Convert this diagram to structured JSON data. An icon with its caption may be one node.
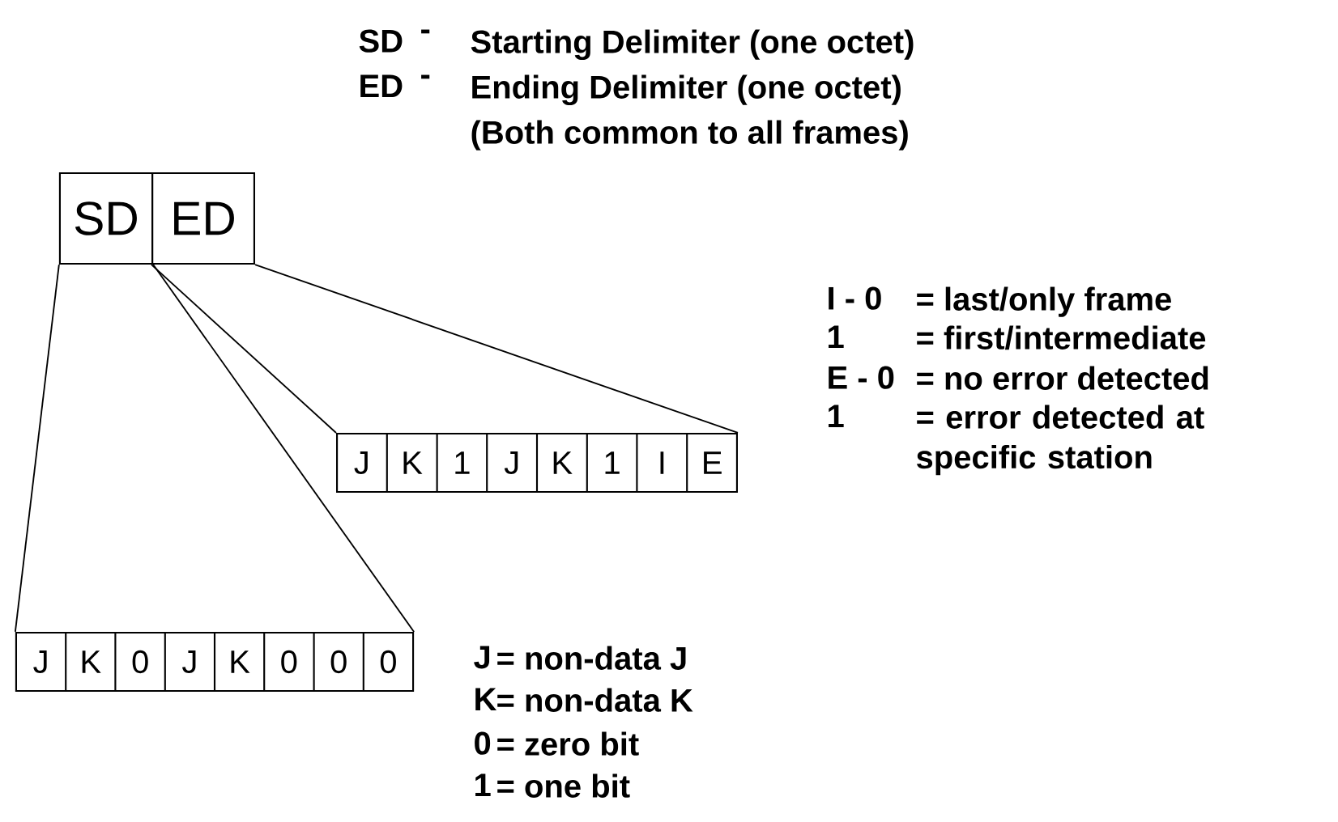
{
  "diagram": {
    "nodes": [
      {
        "text": [
          "SD"
        ]
      },
      {
        "text": [
          "ED"
        ]
      },
      {
        "text": [
          "J",
          "K",
          "1",
          "J",
          "K",
          "1",
          "I",
          "E"
        ]
      },
      {
        "text": [
          "J",
          "K",
          "0",
          "J",
          "K",
          "0",
          "0",
          "0"
        ]
      }
    ],
    "edges": [
      {
        "from": 0,
        "to": 3,
        "arrow": "none"
      },
      {
        "from": 0,
        "to": 3,
        "arrow": "none"
      },
      {
        "from": 1,
        "to": 2,
        "arrow": "none"
      },
      {
        "from": 1,
        "to": 2,
        "arrow": "none"
      }
    ],
    "labels": [
      "SD",
      "-",
      "Starting Delimiter (one octet)",
      "ED",
      "-",
      "Ending Delimiter (one octet)",
      "(Both common to all frames)",
      "I - 0",
      "= last/only frame",
      "1",
      "= first/intermediate",
      "E - 0",
      "= no error detected",
      "1",
      "= error detected at specific station",
      "J",
      "= non-data J",
      "K",
      "= non-data K",
      "0",
      "= zero bit",
      "1",
      "= one bit"
    ]
  }
}
